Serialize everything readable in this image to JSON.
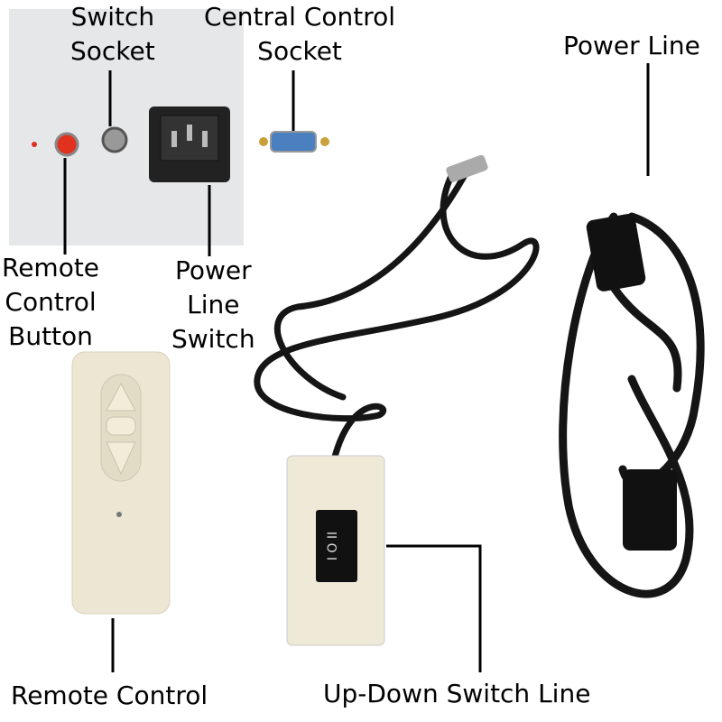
{
  "labels": {
    "switch_socket": [
      "Switch",
      "Socket"
    ],
    "central_control_socket": [
      "Central Control",
      "Socket"
    ],
    "power_line": "Power Line",
    "remote_control_button": [
      "Remote",
      "Control",
      "Button"
    ],
    "power_line_switch": [
      "Power",
      "Line",
      "Switch"
    ],
    "remote_control": "Remote Control",
    "up_down_switch_line": "Up-Down Switch Line"
  },
  "colors": {
    "panel": "#e6e7e9",
    "button_red": "#e0321f",
    "connector_blue": "#4a7fc0",
    "cable": "#151515",
    "remote_body": "#ece6d2"
  }
}
